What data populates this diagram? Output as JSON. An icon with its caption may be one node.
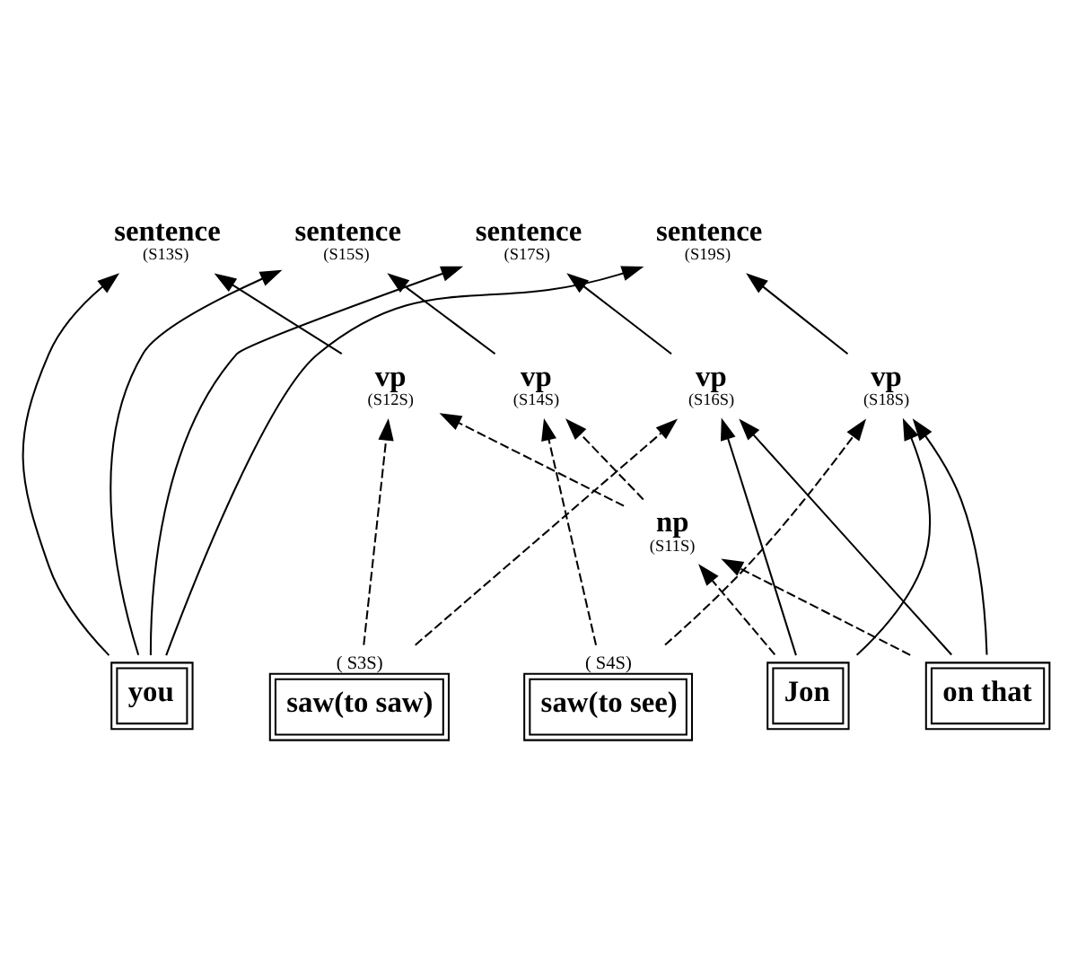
{
  "diagram": {
    "nodes": [
      {
        "text": [
          "sentence",
          "(S13S)"
        ]
      },
      {
        "text": [
          "sentence",
          "(S15S)"
        ]
      },
      {
        "text": [
          "sentence",
          "(S17S)"
        ]
      },
      {
        "text": [
          "sentence",
          "(S19S)"
        ]
      },
      {
        "text": [
          "vp",
          "(S12S)"
        ]
      },
      {
        "text": [
          "vp",
          "(S14S)"
        ]
      },
      {
        "text": [
          "vp",
          "(S16S)"
        ]
      },
      {
        "text": [
          "vp",
          "(S18S)"
        ]
      },
      {
        "text": [
          "np",
          "(S11S)"
        ]
      },
      {
        "text": [
          "you"
        ]
      },
      {
        "text": [
          "saw(to saw)"
        ],
        "beside": [
          "( S3S)"
        ]
      },
      {
        "text": [
          "saw(to see)"
        ],
        "beside": [
          "( S4S)"
        ]
      },
      {
        "text": [
          "Jon"
        ]
      },
      {
        "text": [
          "on that"
        ]
      }
    ],
    "edges": [
      {
        "from": 9,
        "to": 0,
        "arrow": "to"
      },
      {
        "from": 9,
        "to": 1,
        "arrow": "to"
      },
      {
        "from": 9,
        "to": 2,
        "arrow": "to"
      },
      {
        "from": 9,
        "to": 3,
        "arrow": "to"
      },
      {
        "from": 4,
        "to": 0,
        "arrow": "to"
      },
      {
        "from": 5,
        "to": 1,
        "arrow": "to"
      },
      {
        "from": 6,
        "to": 2,
        "arrow": "to"
      },
      {
        "from": 7,
        "to": 3,
        "arrow": "to"
      },
      {
        "from": 10,
        "to": 4,
        "arrow": "to",
        "style": "dashed"
      },
      {
        "from": 10,
        "to": 6,
        "arrow": "to",
        "style": "dashed"
      },
      {
        "from": 11,
        "to": 5,
        "arrow": "to",
        "style": "dashed"
      },
      {
        "from": 11,
        "to": 7,
        "arrow": "to",
        "style": "dashed"
      },
      {
        "from": 8,
        "to": 4,
        "arrow": "to",
        "style": "dashed"
      },
      {
        "from": 8,
        "to": 5,
        "arrow": "to",
        "style": "dashed"
      },
      {
        "from": 12,
        "to": 6,
        "arrow": "to"
      },
      {
        "from": 12,
        "to": 7,
        "arrow": "to"
      },
      {
        "from": 13,
        "to": 7,
        "arrow": "to"
      },
      {
        "from": 13,
        "to": 6,
        "arrow": "to"
      },
      {
        "from": 12,
        "to": 8,
        "arrow": "to",
        "style": "dashed"
      },
      {
        "from": 13,
        "to": 8,
        "arrow": "to",
        "style": "dashed"
      }
    ]
  }
}
